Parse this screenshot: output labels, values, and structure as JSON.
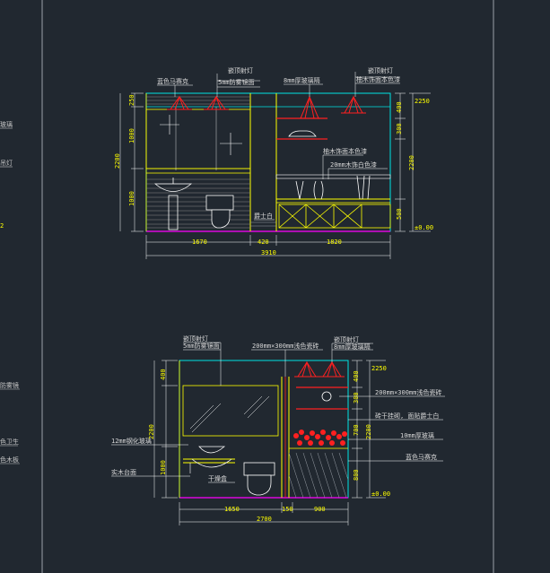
{
  "colors": {
    "background": "#212830",
    "wall_cyan": "#00e5e5",
    "yellow": "#ffff00",
    "white": "#ffffff",
    "red": "#ff2020",
    "magenta": "#ff00ff",
    "grey": "#9aa0a8"
  },
  "elevation_top": {
    "labels": {
      "mirror_cabinet": "蓝色马赛克",
      "spotlight": "嵌顶射灯",
      "frosted_glass": "5mm防雾镜面",
      "glass_shelf": "8mm厚玻璃隔",
      "spotlight_right": "嵌顶射灯",
      "wood_panel_top": "柚木饰面本色漆",
      "wood_panel": "柚木饰面本色漆",
      "white_glass": "20mm木饰白色漆",
      "stone": "爵士白"
    },
    "dims_left": [
      "250",
      "1000",
      "2200",
      "1000"
    ],
    "dims_right": [
      "2250",
      "400",
      "300",
      "2200",
      "500"
    ],
    "level_mark": "±0.00",
    "dims_bottom": [
      "1670",
      "420",
      "1820"
    ],
    "dim_total": "3910"
  },
  "elevation_bottom": {
    "labels": {
      "spotlight": "嵌顶射灯",
      "frosted_glass": "5mm防雾镜面",
      "tile_top": "200mm×300mm浅色瓷砖",
      "spotlight_right": "嵌顶射灯",
      "glass_shelf": "8mm厚玻璃隔",
      "tile_right": "200mm×300mm浅色瓷砖",
      "dry_wall": "砖干挂砌, 面贴爵士白",
      "clear_glass": "10mm厚玻璃",
      "toughened_glass": "12mm钢化玻璃",
      "mosaic": "蓝色马赛克",
      "wood_base": "实木台面",
      "cabinet": "干燥盒"
    },
    "dims_left": [
      "400",
      "2200",
      "1000"
    ],
    "dims_right": [
      "2250",
      "400",
      "300",
      "2200",
      "700",
      "800"
    ],
    "level_mark": "±0.00",
    "dims_bottom": [
      "1650",
      "150",
      "900"
    ],
    "dim_total": "2700"
  },
  "left_margin_labels": [
    "玻璃",
    "吊灯",
    "2",
    "防雾镜",
    "色卫生",
    "色木板"
  ]
}
